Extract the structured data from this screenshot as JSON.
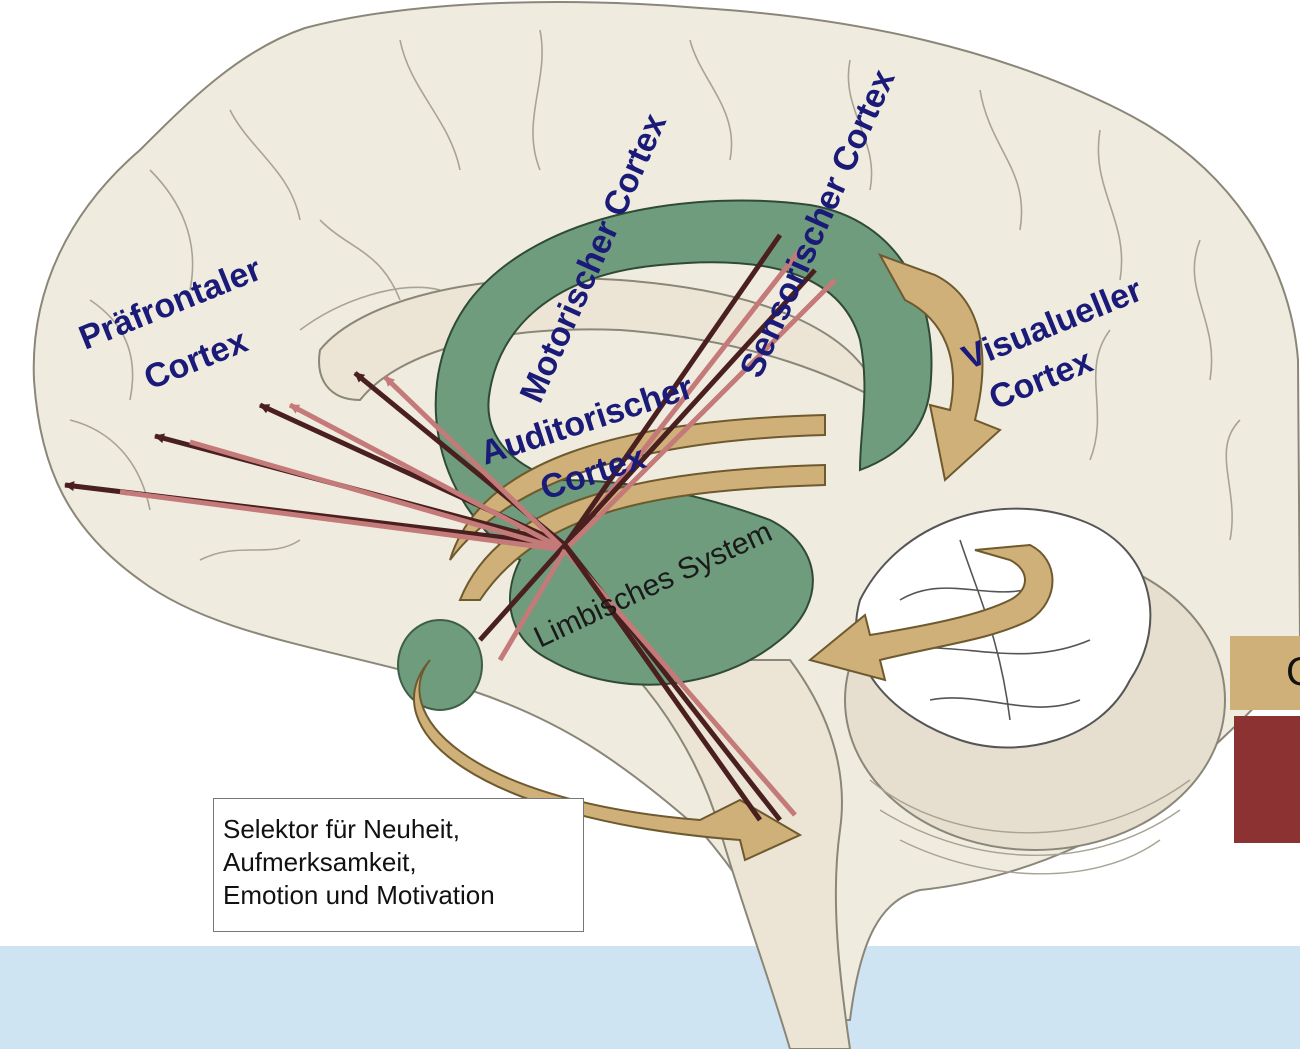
{
  "regions": {
    "prefrontal": [
      "Präfrontaler",
      "Cortex"
    ],
    "motor": "Motorischer Cortex",
    "sensory": "Sensorischer Cortex",
    "auditory": [
      "Auditorischer",
      "Cortex"
    ],
    "visual": [
      "Visualueller",
      "Cortex"
    ]
  },
  "limbic_label": "Limbisches System",
  "selector": {
    "line1": "Selektor für Neuheit,",
    "line2": "Aufmerksamkeit,",
    "line3": "Emotion und Motivation"
  },
  "legend": {
    "tan_text": "C",
    "tan_color": "#cfb078",
    "red_color": "#8c3232"
  },
  "colors": {
    "brain_fill": "#f0ebdf",
    "limbic_green": "#6f9c7c",
    "tan_arrow": "#cfb078",
    "dark_pathway": "#4a1f1f",
    "pink_pathway": "#c47a78",
    "title_blue": "#1a1a78",
    "band_blue": "#cfe4f2"
  }
}
